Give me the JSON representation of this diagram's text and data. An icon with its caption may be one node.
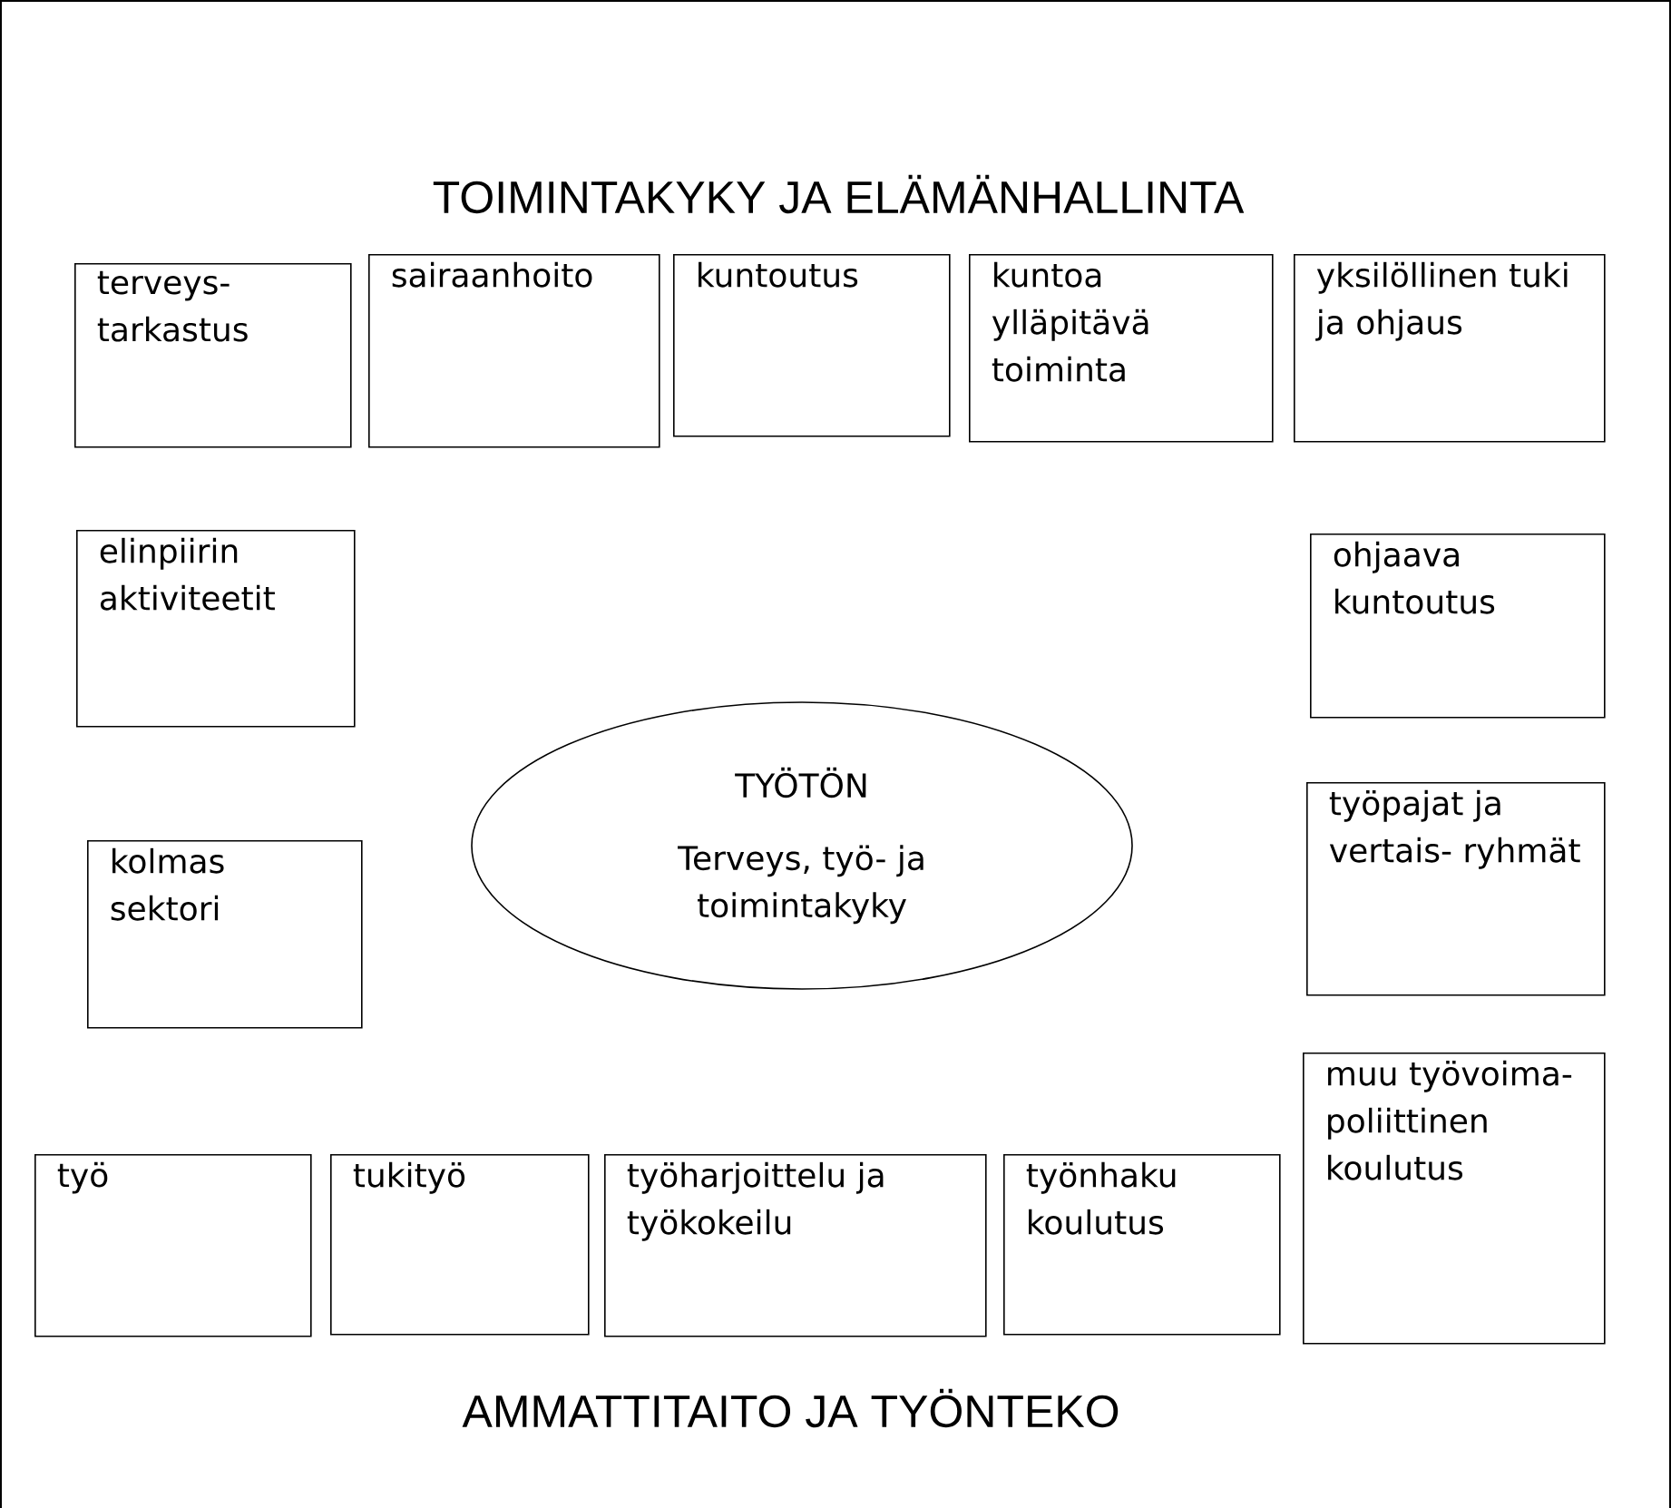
{
  "diagram": {
    "title": "TOIMINTAKYKY JA ELÄMÄNHALLINTA",
    "nodes": [
      {
        "text": [
          "terveys- tarkastus"
        ]
      },
      {
        "text": [
          "sairaanhoito"
        ]
      },
      {
        "text": [
          "kuntoutus"
        ]
      },
      {
        "text": [
          "kuntoa ylläpitävä toiminta"
        ]
      },
      {
        "text": [
          "yksilöllinen tuki ja ohjaus"
        ]
      },
      {
        "text": [
          "elinpiirin aktiviteetit"
        ]
      },
      {
        "text": [
          "ohjaava kuntoutus"
        ]
      },
      {
        "text": [
          "TYÖTÖN",
          "Terveys, työ- ja toimintakyky"
        ]
      },
      {
        "text": [
          "kolmas sektori"
        ]
      },
      {
        "text": [
          "työpajat ja vertais- ryhmät"
        ]
      },
      {
        "text": [
          "muu työvoima- poliittinen koulutus"
        ]
      },
      {
        "text": [
          "työ"
        ]
      },
      {
        "text": [
          "tukityö"
        ]
      },
      {
        "text": [
          "työharjoittelu ja työkokeilu"
        ]
      },
      {
        "text": [
          "työnhaku koulutus"
        ]
      }
    ],
    "labels": [
      "AMMATTITAITO JA TYÖNTEKO"
    ]
  }
}
